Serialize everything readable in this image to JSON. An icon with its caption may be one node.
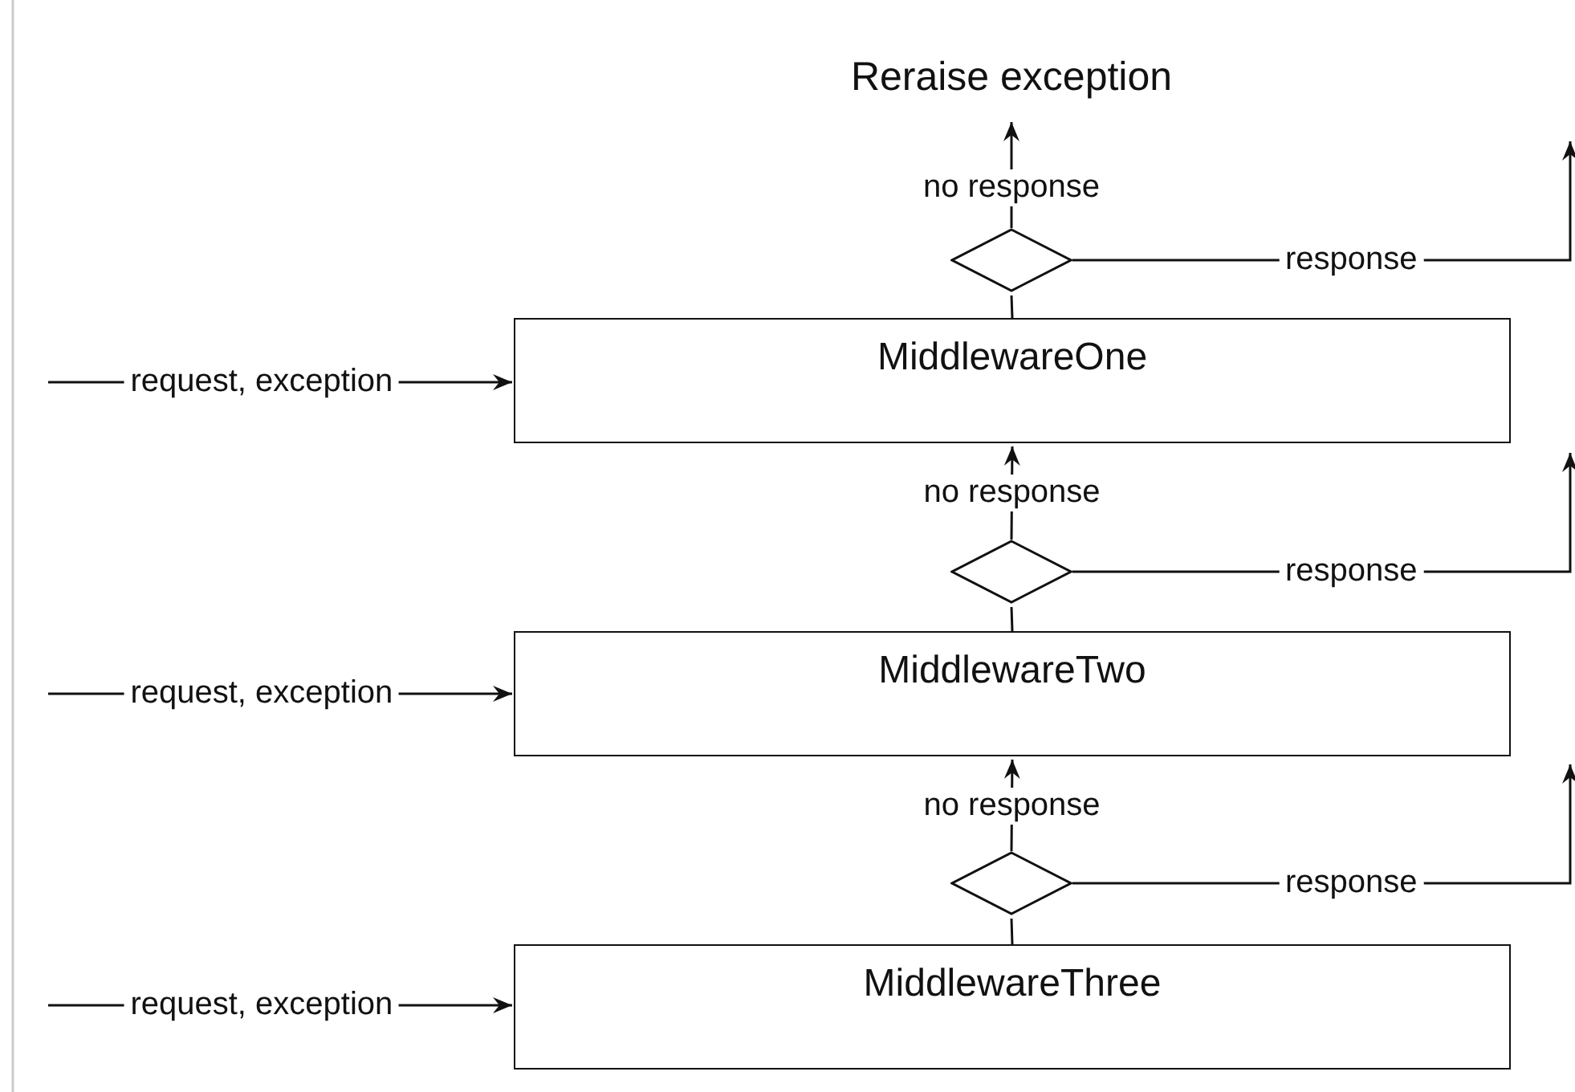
{
  "diagram": {
    "nodes": [
      {
        "text": [
          "Reraise exception"
        ]
      },
      {
        "text": [],
        "shape": "diamond"
      },
      {
        "text": [
          "MiddlewareOne"
        ]
      },
      {
        "text": [],
        "shape": "diamond"
      },
      {
        "text": [
          "MiddlewareTwo"
        ]
      },
      {
        "text": [],
        "shape": "diamond"
      },
      {
        "text": [
          "MiddlewareThree"
        ]
      }
    ],
    "edges": [
      {
        "from": 1,
        "to": 0,
        "label": "no response",
        "arrow": "to"
      },
      {
        "from": 1,
        "to": null,
        "label": "response",
        "arrow": "to"
      },
      {
        "from": null,
        "to": 2,
        "label": "request, exception",
        "arrow": "to"
      },
      {
        "from": 2,
        "to": 1,
        "arrow": "none"
      },
      {
        "from": 3,
        "to": 2,
        "label": "no response",
        "arrow": "to"
      },
      {
        "from": 3,
        "to": null,
        "label": "response",
        "arrow": "to"
      },
      {
        "from": null,
        "to": 4,
        "label": "request, exception",
        "arrow": "to"
      },
      {
        "from": 4,
        "to": 3,
        "arrow": "none"
      },
      {
        "from": 5,
        "to": 4,
        "label": "no response",
        "arrow": "to"
      },
      {
        "from": 5,
        "to": null,
        "label": "response",
        "arrow": "to"
      },
      {
        "from": null,
        "to": 6,
        "label": "request, exception",
        "arrow": "to"
      },
      {
        "from": 6,
        "to": 5,
        "arrow": "none"
      }
    ]
  }
}
